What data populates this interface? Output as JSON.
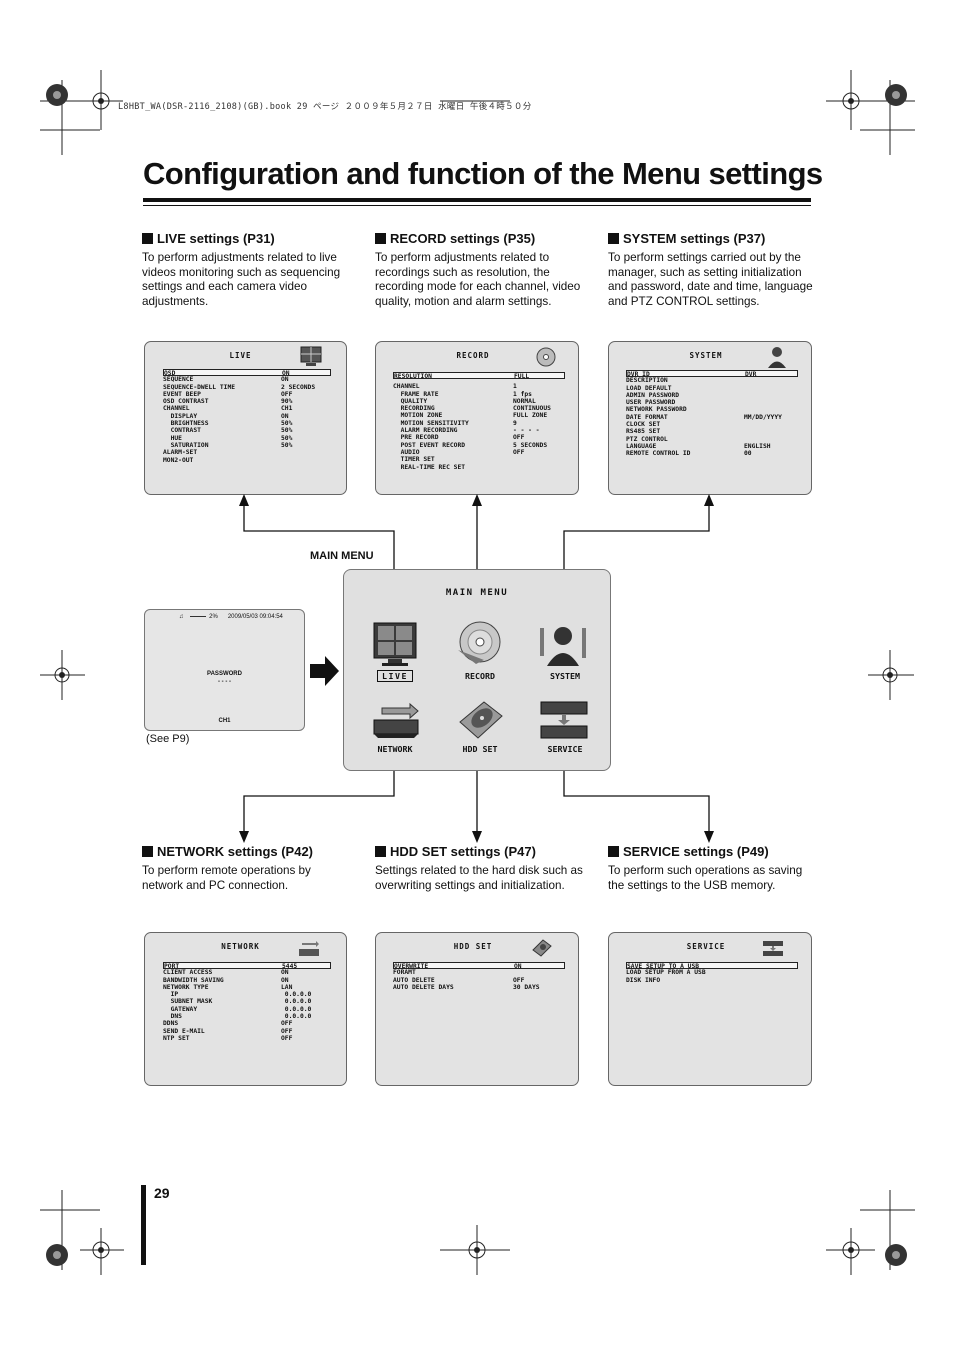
{
  "header": {
    "file_line": "L8HBT_WA(DSR-2116_2108)(GB).book  29 ページ  ２００９年５月２７日  水曜日  午後４時５０分"
  },
  "page_title": "Configuration and function of the Menu settings",
  "sections": {
    "live": {
      "heading": "LIVE settings (P31)",
      "text": "To perform adjustments related to live videos monitoring such as sequencing settings and each camera video adjustments."
    },
    "record": {
      "heading": "RECORD settings (P35)",
      "text": "To perform adjustments related to recordings such as resolution, the recording mode for each channel, video quality, motion and alarm settings."
    },
    "system": {
      "heading": "SYSTEM settings (P37)",
      "text": "To perform settings carried out by the manager, such as setting initialization and password, date and time, language and PTZ CONTROL settings."
    },
    "network": {
      "heading": "NETWORK settings (P42)",
      "text": "To perform remote operations by network and PC connection."
    },
    "hdd": {
      "heading": "HDD SET settings (P47)",
      "text": "Settings related to the hard disk such as overwriting settings and initialization."
    },
    "service": {
      "heading": "SERVICE settings (P49)",
      "text": "To perform such operations as saving the settings to the USB memory."
    }
  },
  "screens": {
    "live": {
      "title": "LIVE",
      "rows": [
        {
          "k": "OSD",
          "v": "ON"
        },
        {
          "k": "SEQUENCE",
          "v": "ON"
        },
        {
          "k": "SEQUENCE-DWELL TIME",
          "v": "2 SECONDS"
        },
        {
          "k": "EVENT BEEP",
          "v": "OFF"
        },
        {
          "k": "OSD CONTRAST",
          "v": "90%"
        },
        {
          "k": "CHANNEL",
          "v": "CH1"
        },
        {
          "k": "  DISPLAY",
          "v": "ON"
        },
        {
          "k": "  BRIGHTNESS",
          "v": "50%"
        },
        {
          "k": "  CONTRAST",
          "v": "50%"
        },
        {
          "k": "  HUE",
          "v": "50%"
        },
        {
          "k": "  SATURATION",
          "v": "50%"
        },
        {
          "k": "ALARM-SET",
          "v": ""
        },
        {
          "k": "MON2-OUT",
          "v": ""
        }
      ]
    },
    "record": {
      "title": "RECORD",
      "rows": [
        {
          "k": "RESOLUTION",
          "v": "FULL"
        },
        {
          "k": "CHANNEL",
          "v": "1"
        },
        {
          "k": "  FRAME RATE",
          "v": "1 fps"
        },
        {
          "k": "  QUALITY",
          "v": "NORMAL"
        },
        {
          "k": "  RECORDING",
          "v": "CONTINUOUS"
        },
        {
          "k": "  MOTION ZONE",
          "v": "FULL ZONE"
        },
        {
          "k": "  MOTION SENSITIVITY",
          "v": "9"
        },
        {
          "k": "  ALARM RECORDING",
          "v": "- - - -"
        },
        {
          "k": "  PRE RECORD",
          "v": "OFF"
        },
        {
          "k": "  POST EVENT RECORD",
          "v": "5 SECONDS"
        },
        {
          "k": "  AUDIO",
          "v": "OFF"
        },
        {
          "k": "  TIMER SET",
          "v": ""
        },
        {
          "k": "  REAL-TIME REC SET",
          "v": ""
        }
      ]
    },
    "system": {
      "title": "SYSTEM",
      "rows": [
        {
          "k": "DVR ID",
          "v": "DVR"
        },
        {
          "k": "DESCRIPTION",
          "v": ""
        },
        {
          "k": "LOAD DEFAULT",
          "v": ""
        },
        {
          "k": "ADMIN PASSWORD",
          "v": ""
        },
        {
          "k": "USER PASSWORD",
          "v": ""
        },
        {
          "k": "NETWORK PASSWORD",
          "v": ""
        },
        {
          "k": "DATE FORMAT",
          "v": "MM/DD/YYYY"
        },
        {
          "k": "CLOCK SET",
          "v": ""
        },
        {
          "k": "RS485 SET",
          "v": ""
        },
        {
          "k": "PTZ CONTROL",
          "v": ""
        },
        {
          "k": "LANGUAGE",
          "v": "ENGLISH"
        },
        {
          "k": "REMOTE CONTROL ID",
          "v": "00"
        }
      ]
    },
    "network": {
      "title": "NETWORK",
      "rows": [
        {
          "k": "PORT",
          "v": "5445"
        },
        {
          "k": "CLIENT ACCESS",
          "v": "ON"
        },
        {
          "k": "BANDWIDTH SAVING",
          "v": "ON"
        },
        {
          "k": "NETWORK TYPE",
          "v": "LAN"
        },
        {
          "k": "  IP",
          "v": " 0.0.0.0"
        },
        {
          "k": "  SUBNET MASK",
          "v": " 0.0.0.0"
        },
        {
          "k": "  GATEWAY",
          "v": " 0.0.0.0"
        },
        {
          "k": "  DNS",
          "v": " 0.0.0.0"
        },
        {
          "k": "DDNS",
          "v": "OFF"
        },
        {
          "k": "SEND E-MAIL",
          "v": "OFF"
        },
        {
          "k": "NTP SET",
          "v": "OFF"
        }
      ]
    },
    "hdd": {
      "title": "HDD SET",
      "rows": [
        {
          "k": "OVERWRITE",
          "v": "ON"
        },
        {
          "k": "FORAMT",
          "v": ""
        },
        {
          "k": "AUTO DELETE",
          "v": "OFF"
        },
        {
          "k": "AUTO DELETE DAYS",
          "v": "30 DAYS"
        }
      ]
    },
    "service": {
      "title": "SERVICE",
      "rows": [
        {
          "k": "SAVE SETUP TO A USB",
          "v": ""
        },
        {
          "k": "LOAD SETUP FROM A USB",
          "v": ""
        },
        {
          "k": "DISK INFO",
          "v": ""
        }
      ]
    }
  },
  "main_menu": {
    "caption": "MAIN MENU",
    "title": "MAIN MENU",
    "items": [
      "LIVE",
      "RECORD",
      "SYSTEM",
      "NETWORK",
      "HDD SET",
      "SERVICE"
    ]
  },
  "login_screen": {
    "status": "2%",
    "datetime": "2009/05/03  09:04:54",
    "password_label": "PASSWORD",
    "password_mask": "- - - -",
    "channel": "CH1",
    "see_ref": "(See P9)"
  },
  "page_number": "29"
}
